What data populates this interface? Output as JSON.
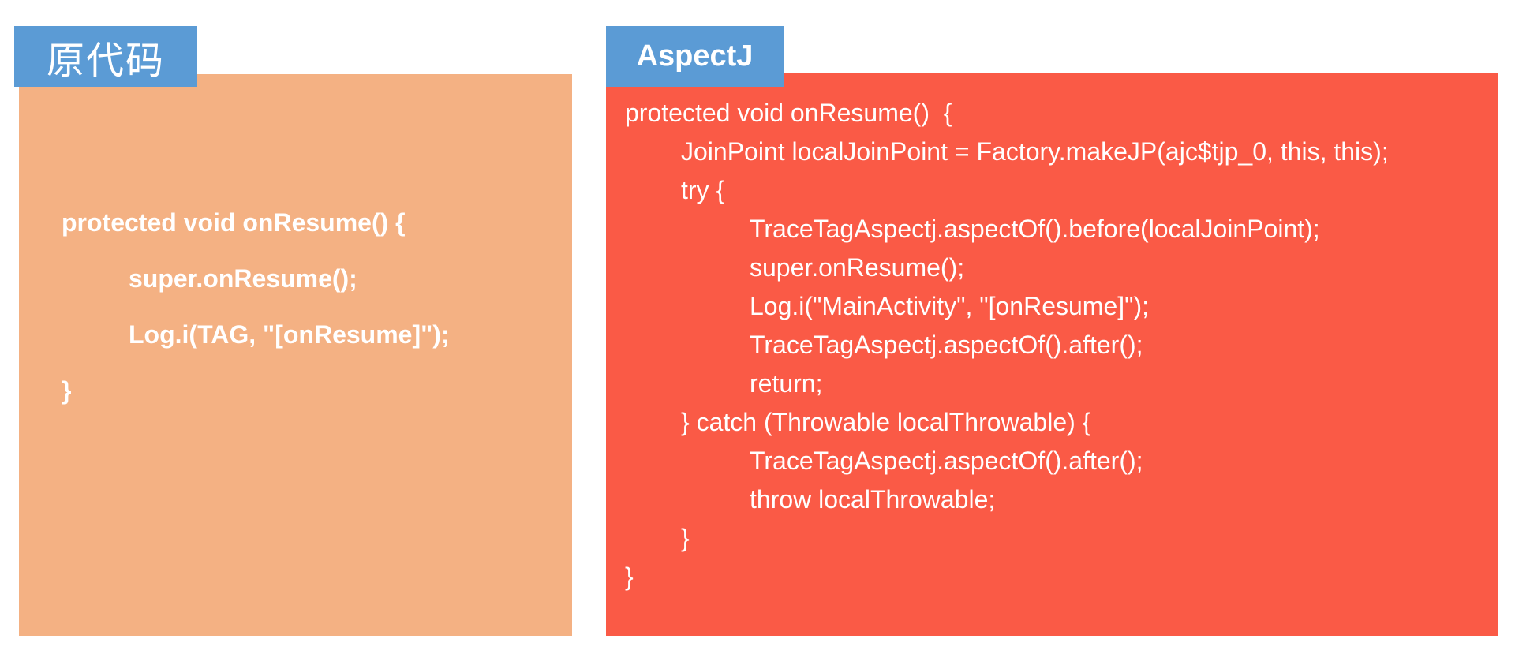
{
  "slide": {
    "background_color": "#ffffff"
  },
  "colors": {
    "label_blue": "#5b9bd5",
    "source_panel_orange": "#f4b183",
    "aspectj_panel_red": "#fa5a46",
    "code_text_white": "#ffffff"
  },
  "source_section": {
    "label": "原代码",
    "code_lines": [
      "protected void onResume() {",
      "super.onResume();",
      "Log.i(TAG, \"[onResume]\");",
      "}"
    ]
  },
  "aspectj_section": {
    "label": "AspectJ",
    "code_lines": [
      "protected void onResume()  {",
      "JoinPoint localJoinPoint = Factory.makeJP(ajc$tjp_0, this, this);",
      "try {",
      "TraceTagAspectj.aspectOf().before(localJoinPoint);",
      "super.onResume();",
      "Log.i(\"MainActivity\", \"[onResume]\");",
      "TraceTagAspectj.aspectOf().after();",
      "return;",
      "} catch (Throwable localThrowable) {",
      "TraceTagAspectj.aspectOf().after();",
      "throw localThrowable;",
      "}",
      "}"
    ]
  }
}
